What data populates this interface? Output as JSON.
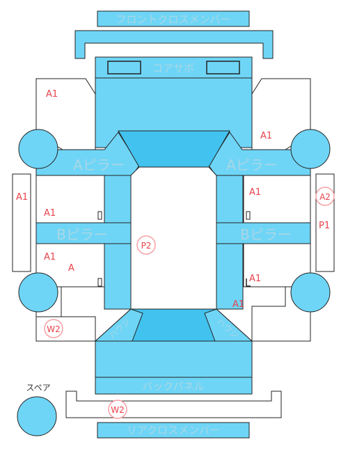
{
  "labels": {
    "front_cross_member": "フロントクロスメンバー",
    "core_support": "コアサポ",
    "a_pillar": "Aピラー",
    "b_pillar": "Bピラー",
    "back_panel": "バックパネル",
    "rear_cross_member": "リアクロスメンバー",
    "spare": "スペア",
    "housing_left": "ハウジ",
    "housing_right": "ハウジ"
  },
  "marks": {
    "front_left_fender": "A1",
    "front_right_fender": "A1",
    "left_outer_sill": "A1",
    "left_front_door": "A1",
    "left_rear_door": "A1",
    "left_rear_door_2": "A",
    "right_front_door": "A1",
    "right_rear_door": "A1",
    "right_quarter": "A1",
    "right_outer_sill_top": "A2",
    "right_outer_sill_bottom": "P1",
    "center_right": "P2",
    "left_quarter": "W2",
    "rear_bumper": "W2"
  },
  "colors": {
    "frame_fill": "#6fd5f6",
    "frame_dark": "#42c2ee",
    "outline": "#222222",
    "mark_red": "#e8414a",
    "circle_ring": "#f5a0a4"
  }
}
